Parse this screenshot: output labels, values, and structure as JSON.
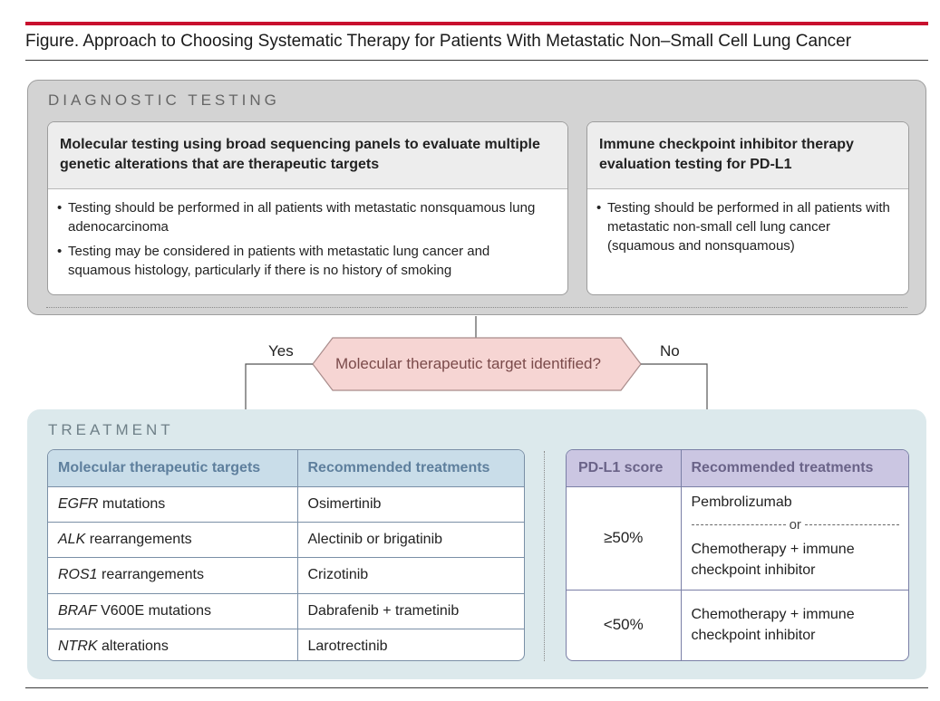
{
  "figure": {
    "title": "Figure. Approach to Choosing Systematic Therapy for Patients With Metastatic Non–Small Cell Lung Cancer"
  },
  "diagnostic": {
    "label": "DIAGNOSTIC TESTING",
    "molecular": {
      "heading": "Molecular testing using broad sequencing panels to evaluate multiple genetic alterations that are therapeutic targets",
      "bullets": [
        "Testing should be performed in all patients with metastatic nonsquamous lung adenocarcinoma",
        "Testing may be considered in patients with metastatic lung cancer and squamous histology, particularly if there is no history of smoking"
      ]
    },
    "immune": {
      "heading": "Immune checkpoint inhibitor therapy evaluation testing for PD-L1",
      "bullets": [
        "Testing should be performed in all patients with metastatic non-small cell lung cancer (squamous and nonsquamous)"
      ]
    }
  },
  "decision": {
    "question": "Molecular therapeutic target identified?",
    "yes": "Yes",
    "no": "No"
  },
  "treatment": {
    "label": "TREATMENT",
    "molecular_table": {
      "headers": [
        "Molecular therapeutic targets",
        "Recommended treatments"
      ],
      "rows": [
        {
          "gene": "EGFR",
          "suffix": " mutations",
          "treatment": "Osimertinib"
        },
        {
          "gene": "ALK",
          "suffix": " rearrangements",
          "treatment": "Alectinib or brigatinib"
        },
        {
          "gene": "ROS1",
          "suffix": " rearrangements",
          "treatment": "Crizotinib"
        },
        {
          "gene": "BRAF",
          "suffix": " V600E mutations",
          "treatment": "Dabrafenib + trametinib"
        },
        {
          "gene": "NTRK",
          "suffix": " alterations",
          "treatment": "Larotrectinib"
        }
      ]
    },
    "pdl1_table": {
      "headers": [
        "PD-L1 score",
        "Recommended treatments"
      ],
      "rows": [
        {
          "score": "≥50%",
          "option_a": "Pembrolizumab",
          "or": "or",
          "option_b": "Chemotherapy + immune checkpoint inhibitor"
        },
        {
          "score": "<50%",
          "option_a": "Chemotherapy + immune checkpoint inhibitor"
        }
      ]
    }
  }
}
